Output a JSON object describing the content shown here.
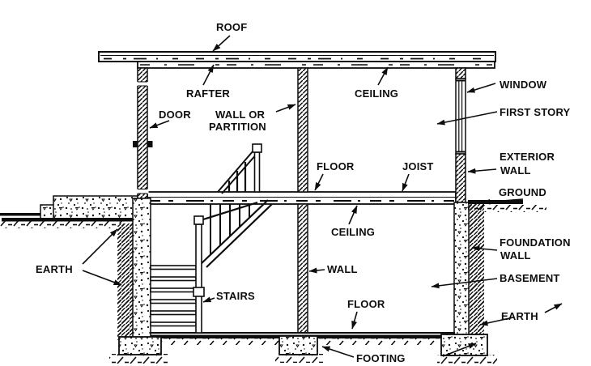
{
  "diagram": {
    "type": "house-cross-section",
    "colors": {
      "ink": "#0d0d0d",
      "background": "#ffffff"
    }
  },
  "labels": {
    "roof": "ROOF",
    "rafter": "RAFTER",
    "door": "DOOR",
    "wall_or": "WALL OR",
    "partition": "PARTITION",
    "ceiling_first": "CEILING",
    "window": "WINDOW",
    "first_story": "FIRST STORY",
    "exterior": "EXTERIOR",
    "exterior_wall": "WALL",
    "ground": "GROUND",
    "foundation": "FOUNDATION",
    "foundation_wall": "WALL",
    "basement": "BASEMENT",
    "earth_right": "EARTH",
    "wall_inner": "WALL",
    "ceiling_basement": "CEILING",
    "floor_first": "FLOOR",
    "joist": "JOIST",
    "stairs": "STAIRS",
    "floor_basement": "FLOOR",
    "footing": "FOOTING",
    "earth_left": "EARTH"
  }
}
